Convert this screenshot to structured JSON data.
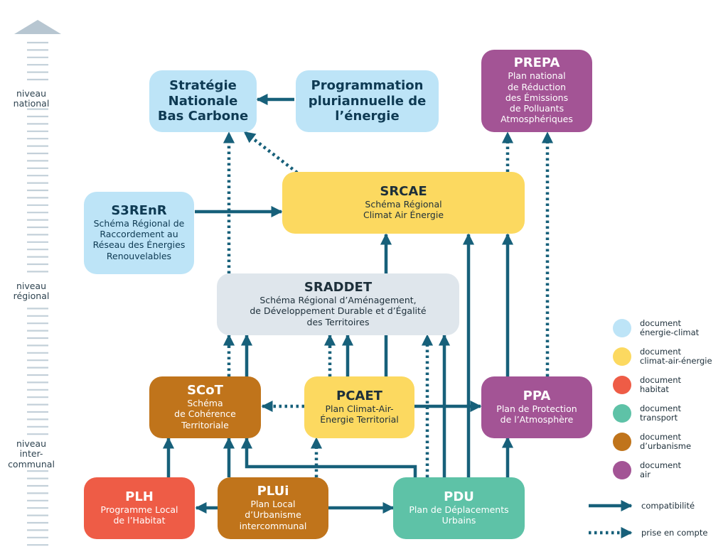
{
  "levels": {
    "national": "niveau\nnational",
    "regional": "niveau\nrégional",
    "intercommunal": "niveau\ninter-\ncommunal"
  },
  "nodes": {
    "snbc": {
      "title": "Stratégie\nNationale\nBas Carbone"
    },
    "ppe": {
      "title": "Programmation\npluriannuelle de\nl’énergie"
    },
    "prepa": {
      "title": "PREPA",
      "subtitle": "Plan national\nde Réduction\ndes Émissions\nde Polluants\nAtmosphériques"
    },
    "srcae": {
      "title": "SRCAE",
      "subtitle": "Schéma Régional\nClimat Air Énergie"
    },
    "s3renr": {
      "title": "S3REnR",
      "subtitle": "Schéma Régional de\nRaccordement au\nRéseau des Énergies\nRenouvelables"
    },
    "sraddet": {
      "title": "SRADDET",
      "subtitle": "Schéma Régional d’Aménagement,\nde Développement Durable et d’Égalité\ndes Territoires"
    },
    "scot": {
      "title": "SCoT",
      "subtitle": "Schéma\nde Cohérence\nTerritoriale"
    },
    "pcaet": {
      "title": "PCAET",
      "subtitle": "Plan Climat-Air-\nÉnergie Territorial"
    },
    "ppa": {
      "title": "PPA",
      "subtitle": "Plan de Protection\nde  l’Atmosphère"
    },
    "plh": {
      "title": "PLH",
      "subtitle": "Programme Local\nde l’Habitat"
    },
    "plui": {
      "title": "PLUi",
      "subtitle": "Plan Local\nd’Urbanisme\nintercommunal"
    },
    "pdu": {
      "title": "PDU",
      "subtitle": "Plan de Déplacements\nUrbains"
    }
  },
  "legend": {
    "energie_climat": "document\nénergie-climat",
    "climat_air_energie": "document\nclimat-air-énergie",
    "habitat": "document\nhabitat",
    "transport": "document\ntransport",
    "urbanisme": "document\nd’urbanisme",
    "air": "document\nair",
    "compatibilite": "compatibilité",
    "prise_en_compte": "prise en compte"
  },
  "colors": {
    "energie_climat": "#bde4f7",
    "climat_air_energie": "#fcd960",
    "habitat": "#ee5c46",
    "transport": "#5ec2a7",
    "urbanisme": "#c0741b",
    "air": "#a35495",
    "sraddet": "#dfe6ec",
    "arrow": "#17607a"
  },
  "edges": [
    {
      "from": "ppe",
      "to": "snbc",
      "type": "compatibilite"
    },
    {
      "from": "srcae",
      "to": "snbc",
      "type": "prise_en_compte"
    },
    {
      "from": "srcae",
      "to": "prepa",
      "type": "prise_en_compte"
    },
    {
      "from": "s3renr",
      "to": "srcae",
      "type": "compatibilite"
    },
    {
      "from": "sraddet",
      "to": "snbc",
      "type": "prise_en_compte"
    },
    {
      "from": "pcaet",
      "to": "srcae",
      "type": "compatibilite"
    },
    {
      "from": "pdu",
      "to": "srcae",
      "type": "compatibilite"
    },
    {
      "from": "ppa",
      "to": "srcae",
      "type": "compatibilite"
    },
    {
      "from": "ppa",
      "to": "prepa",
      "type": "prise_en_compte"
    },
    {
      "from": "scot",
      "to": "sraddet",
      "type": "compatibilite"
    },
    {
      "from": "scot",
      "to": "sraddet",
      "type": "prise_en_compte"
    },
    {
      "from": "pcaet",
      "to": "sraddet",
      "type": "compatibilite"
    },
    {
      "from": "pcaet",
      "to": "sraddet",
      "type": "prise_en_compte"
    },
    {
      "from": "pdu",
      "to": "sraddet",
      "type": "compatibilite"
    },
    {
      "from": "pdu",
      "to": "sraddet",
      "type": "prise_en_compte"
    },
    {
      "from": "pcaet",
      "to": "scot",
      "type": "prise_en_compte"
    },
    {
      "from": "pcaet",
      "to": "ppa",
      "type": "compatibilite"
    },
    {
      "from": "plh",
      "to": "scot",
      "type": "compatibilite"
    },
    {
      "from": "plui",
      "to": "scot",
      "type": "compatibilite"
    },
    {
      "from": "pdu",
      "to": "scot",
      "type": "compatibilite"
    },
    {
      "from": "plui",
      "to": "pcaet",
      "type": "prise_en_compte"
    },
    {
      "from": "plui",
      "to": "plh",
      "type": "compatibilite"
    },
    {
      "from": "plui",
      "to": "pdu",
      "type": "compatibilite"
    },
    {
      "from": "pdu",
      "to": "ppa",
      "type": "compatibilite"
    }
  ]
}
